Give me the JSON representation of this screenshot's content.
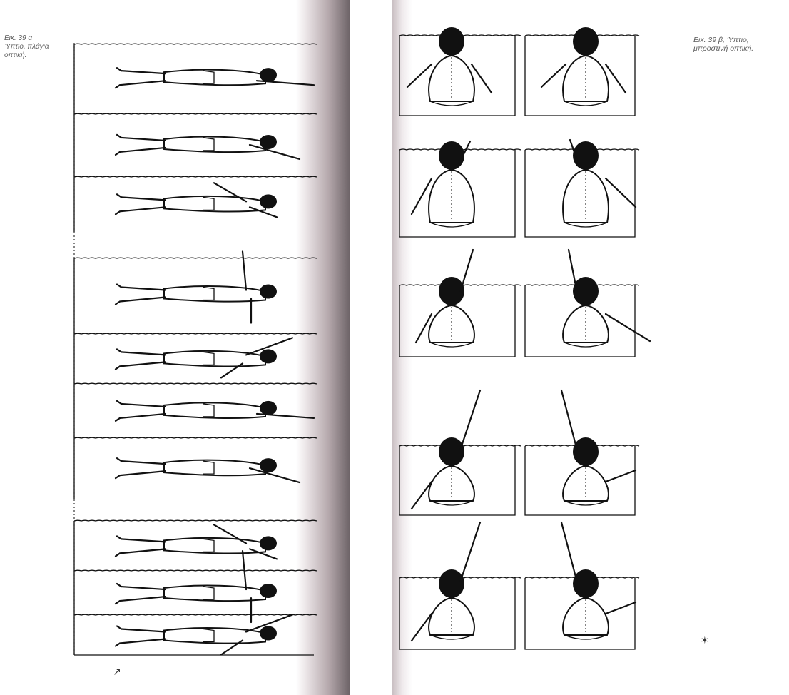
{
  "captions": {
    "left": "Εικ. 39 α\nΎπτιο, πλάγια\nοπτική.",
    "right": "Εικ. 39 β, Ύπτιο,\nμπροστινή οπτική."
  },
  "marks": {
    "bottom_left": "↗",
    "bottom_right": "✶"
  },
  "figures": {
    "left_panel_count": 10,
    "right_panel_rows": 5,
    "right_panel_cols": 2
  }
}
